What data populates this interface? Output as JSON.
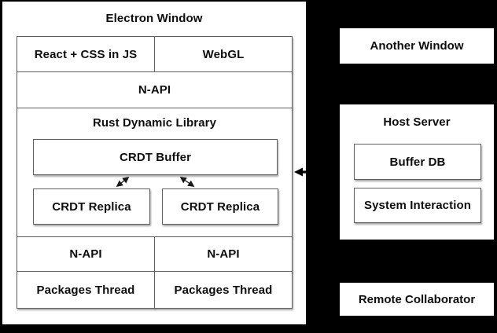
{
  "electron_window": {
    "title": "Electron Window",
    "react_box": "React + CSS in JS",
    "webgl_box": "WebGL",
    "napi_top": "N-API",
    "rust_library": {
      "title": "Rust Dynamic Library",
      "crdt_buffer": "CRDT Buffer",
      "crdt_replica_left": "CRDT Replica",
      "crdt_replica_right": "CRDT Replica"
    },
    "napi_left": "N-API",
    "napi_right": "N-API",
    "packages_thread_left": "Packages Thread",
    "packages_thread_right": "Packages Thread"
  },
  "another_window": {
    "title": "Another Window"
  },
  "host_server": {
    "title": "Host Server",
    "buffer_db": "Buffer DB",
    "system_interaction": "System Interaction"
  },
  "remote_collaborator": {
    "title": "Remote Collaborator"
  },
  "icons": {
    "incoming_arrow": "left-arrow-icon",
    "sync_arrow_left": "double-headed-arrow-icon",
    "sync_arrow_right": "double-headed-arrow-icon"
  },
  "colors": {
    "background": "#000000",
    "panel": "#ffffff",
    "border": "#5f5f5f",
    "text": "#0e0e0e",
    "arrow": "#000000"
  }
}
